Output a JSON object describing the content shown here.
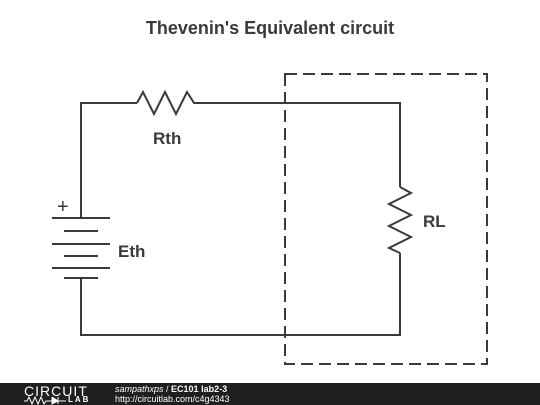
{
  "title": "Thevenin's Equivalent circuit",
  "components": {
    "rth": {
      "label": "Rth"
    },
    "rl": {
      "label": "RL"
    },
    "eth": {
      "label": "Eth",
      "polarity": "+"
    }
  },
  "footer": {
    "brand_top": "CIRCUIT",
    "brand_bottom": "LAB",
    "user": "sampathxps",
    "separator": " / ",
    "project": "EC101 lab2-3",
    "url": "http://circuitlab.com/c4g4343"
  },
  "colors": {
    "wire": "#3a3a3a",
    "footer_bg": "#1f1f1f"
  }
}
